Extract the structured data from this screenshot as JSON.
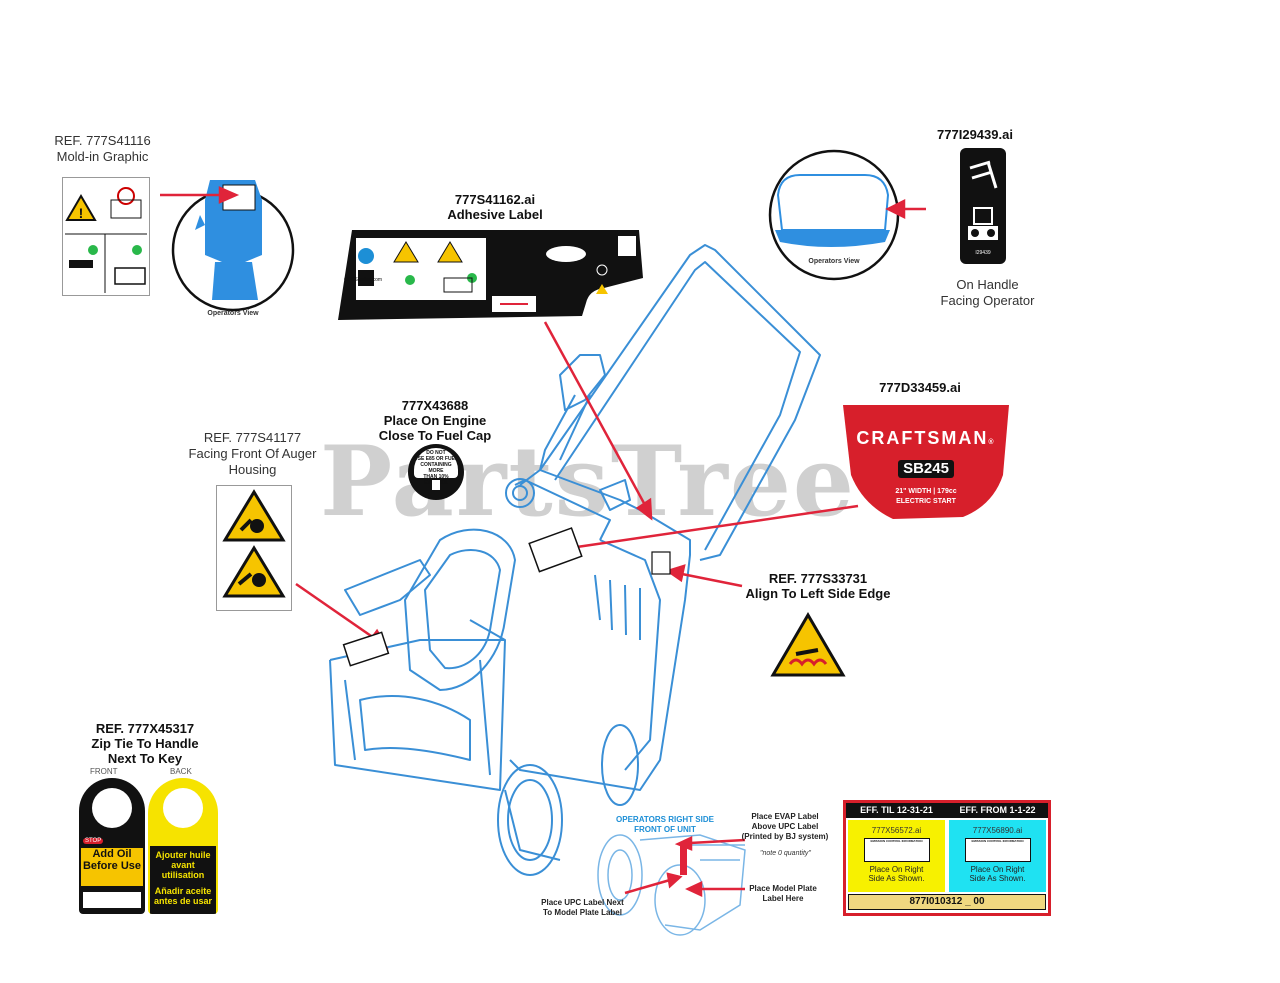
{
  "watermark": "PartsTree",
  "labels": {
    "ref_41116": "REF. 777S41116",
    "mold_in": "Mold-in Graphic",
    "operators_view_left": "Operators View",
    "ref_41162": "777S41162.ai",
    "adhesive": "Adhesive Label",
    "adhesive_url": "OPESymbol.com",
    "ref_29439": "777I29439.ai",
    "operators_view_right": "Operators View",
    "handle_part": "I29439",
    "on_handle": "On Handle",
    "facing_operator": "Facing Operator",
    "ref_43688": "777X43688",
    "place_engine": "Place On Engine",
    "close_fuel": "Close To Fuel Cap",
    "fuel_decal_line1": "DO NOT",
    "fuel_decal_line2": "USE E85 OR FUEL",
    "fuel_decal_line3": "CONTAINING MORE",
    "fuel_decal_line4": "THAN 10% ETHANOL",
    "ref_41177": "REF. 777S41177",
    "facing_front": "Facing Front Of Auger",
    "housing": "Housing",
    "ref_d33459": "777D33459.ai",
    "brand": "CRAFTSMAN",
    "brand_mark": "®",
    "model": "SB245",
    "spec": "21\" WIDTH | 179cc",
    "start": "ELECTRIC START",
    "ref_33731": "REF. 777S33731",
    "align_left": "Align To Left Side Edge",
    "ref_45317": "REF. 777X45317",
    "zip_tie": "Zip Tie To Handle",
    "next_key": "Next To Key",
    "front": "FRONT",
    "back": "BACK",
    "stop": "STOP",
    "add_oil": "Add Oil",
    "before_use": "Before Use",
    "ajouter": "Ajouter huile",
    "avant": "avant utilisation",
    "anadir": "Añadir aceite",
    "antes": "antes de usar",
    "ops_right_side": "OPERATORS RIGHT SIDE",
    "front_of_unit": "FRONT OF UNIT",
    "evap1": "Place EVAP Label",
    "evap2": "Above UPC Label",
    "evap3": "(Printed by BJ system)",
    "note_qty": "\"note 0 quantity\"",
    "model_plate1": "Place Model Plate",
    "model_plate2": "Label Here",
    "upc1": "Place UPC Label Next",
    "upc2": "To Model Plate Label",
    "eff_til": "EFF. TIL 12-31-21",
    "eff_from": "EFF. FROM 1-1-22",
    "part_56572": "777X56572.ai",
    "part_56890": "777X56890.ai",
    "place_right_a": "Place On Right",
    "side_shown_a": "Side As Shown.",
    "place_right_b": "Place On Right",
    "side_shown_b": "Side As Shown.",
    "bottom_part": "877I010312 _ 00",
    "emission_title": "EMISSION CONTROL INFORMATION"
  },
  "colors": {
    "red_arrow": "#e0243a",
    "machine_blue": "#3a8fd6",
    "craftsman_red": "#d71f2b",
    "warning_yellow": "#f6c400",
    "eff_yellow": "#f7f100",
    "eff_cyan": "#1fe2f2"
  },
  "icons": [
    "warning-triangle-icon",
    "hand-in-auger-icon",
    "check-circle-icon",
    "qr-code-icon",
    "gear-icon",
    "fuel-pump-icon",
    "hot-surface-icon",
    "key-icon"
  ]
}
